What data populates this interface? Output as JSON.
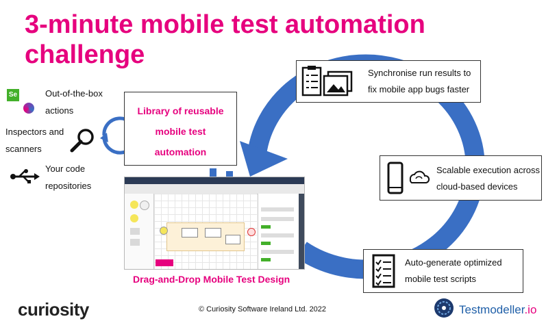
{
  "title": "3-minute mobile test automation challenge",
  "left_features": [
    {
      "label": "Out-of-the-box actions",
      "line1": "Out-of-the-box",
      "line2": "actions",
      "icons": [
        "selenium-icon",
        "appium-icon"
      ]
    },
    {
      "label": "Inspectors and scanners",
      "line1": "Inspectors and",
      "line2": "scanners",
      "icons": [
        "magnifier-icon"
      ]
    },
    {
      "label": "Your code repositories",
      "line1": "Your code",
      "line2": "repositories",
      "icons": [
        "usb-icon"
      ]
    }
  ],
  "library_box": {
    "line1": "Library of reusable",
    "line2": "mobile test",
    "line3": "automation"
  },
  "caption": "Drag-and-Drop Mobile Test Design",
  "callouts": [
    {
      "line1": "Synchronise run results to",
      "line2": "fix mobile app bugs faster",
      "icon": "clipboard-images-icon"
    },
    {
      "line1": "Scalable execution across",
      "line2": "cloud-based devices",
      "icon": "phone-cloud-icon"
    },
    {
      "line1": "Auto-generate optimized",
      "line2": "mobile test scripts",
      "icon": "checklist-icon"
    }
  ],
  "footer": "© Curiosity Software Ireland Ltd. 2022",
  "logos": {
    "curiosity": "curiosity",
    "testmodeller_main": "Testmodeller",
    "testmodeller_suffix": ".io"
  },
  "colors": {
    "accent": "#e6007e",
    "cycle_blue": "#3a6fc4",
    "brand_blue": "#1f5fa8"
  }
}
